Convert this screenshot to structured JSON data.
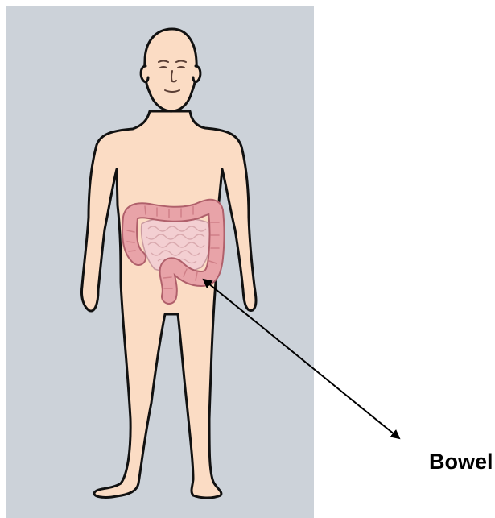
{
  "callout": {
    "label": "Bowel",
    "color": "#000000"
  },
  "colors": {
    "background_panel": "#ccd2d9",
    "skin": "#fbdcc4",
    "outline": "#111111",
    "bowel_fill": "#e8a3a8",
    "bowel_shade": "#cf7f87",
    "small_intestine": "#f3cfd2"
  },
  "parts": {
    "body_shape": "human-figure",
    "organ": "large-intestine",
    "inner_organ": "small-intestine"
  }
}
